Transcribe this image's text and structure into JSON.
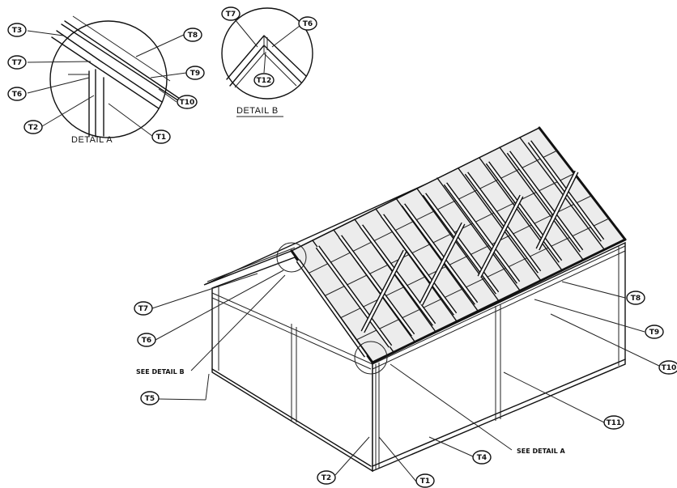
{
  "detail_a": {
    "title": "DETAIL A",
    "labels": {
      "t3": "T3",
      "t7": "T7",
      "t6": "T6",
      "t2": "T2",
      "t8": "T8",
      "t9": "T9",
      "t10": "T10",
      "t1": "T1"
    }
  },
  "detail_b": {
    "title": "DETAIL B",
    "labels": {
      "t7": "T7",
      "t6": "T6",
      "t12": "T12"
    }
  },
  "main": {
    "labels": {
      "t7": "T7",
      "t6": "T6",
      "t5": "T5",
      "t2": "T2",
      "t1": "T1",
      "t4": "T4",
      "t8": "T8",
      "t9": "T9",
      "t10": "T10",
      "t11": "T11"
    },
    "see_detail_b": "SEE DETAIL B",
    "see_detail_a": "SEE DETAIL A"
  }
}
